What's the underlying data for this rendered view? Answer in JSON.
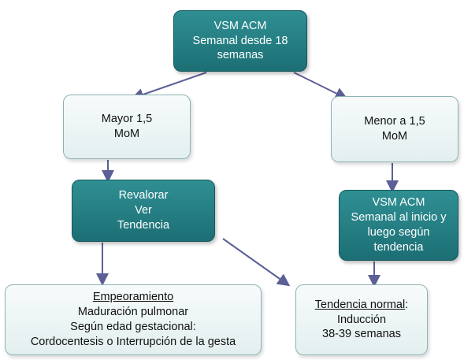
{
  "nodes": {
    "root": {
      "lines": [
        "VSM ACM",
        "Semanal desde 18",
        "semanas"
      ]
    },
    "mayor": {
      "lines": [
        "Mayor 1,5",
        "MoM"
      ]
    },
    "menor": {
      "lines": [
        "Menor a 1,5",
        "MoM"
      ]
    },
    "revalorar": {
      "lines": [
        "Revalorar",
        "Ver",
        "Tendencia"
      ]
    },
    "vsm2": {
      "lines": [
        "VSM ACM",
        "Semanal al inicio y",
        "luego según",
        "tendencia"
      ]
    },
    "empeoramiento": {
      "heading": "Empeoramiento",
      "lines": [
        "Maduración pulmonar",
        "Según edad gestacional:",
        "Cordocentesis o Interrupción de la gesta"
      ]
    },
    "tendencia": {
      "heading": "Tendencia normal",
      "heading_suffix": ":",
      "lines": [
        "Inducción",
        "38-39 semanas"
      ]
    }
  },
  "colors": {
    "teal": "#1f7479",
    "light": "#eef5f5",
    "arrow": "#5b5f96"
  }
}
